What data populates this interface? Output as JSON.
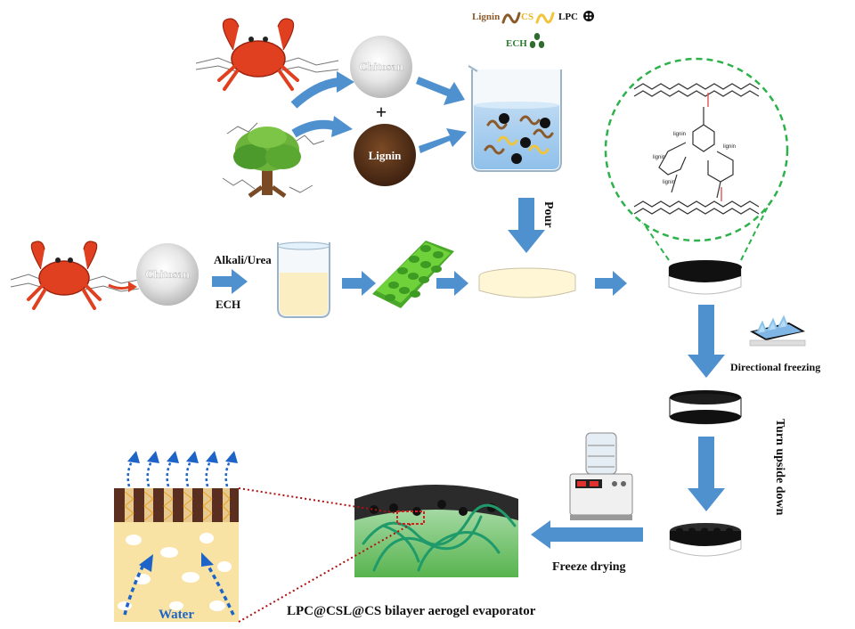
{
  "legend": {
    "lignin": "Lignin",
    "cs": "CS",
    "lpc": "LPC",
    "ech": "ECH"
  },
  "colors": {
    "lignin": "#8b5a2b",
    "cs": "#f2c43a",
    "arrow": "#4f90cf",
    "green_dashed": "#2db24b",
    "crab": "#e0401f",
    "mold": "#6fd23a",
    "aerogel_top": "#5a2f1f",
    "aerogel_bottom": "#f9e3a4",
    "water_arrow": "#1e64c8",
    "red_dotted": "#b01010"
  },
  "chitosan_top": "Chitosan",
  "lignin_ball": "Lignin",
  "plus": "+",
  "chitosan_left": "Chitosan",
  "alkali_urea": "Alkali/Urea",
  "ech_step": "ECH",
  "pour": "Pour",
  "directional_freezing": "Directional freezing",
  "turn_upside_down": "Turn upside down",
  "freeze_drying": "Freeze drying",
  "water": "Water",
  "product": "LPC@CSL@CS bilayer aerogel evaporator",
  "structure_labels": {
    "lignin_a": "lignin",
    "lignin_b": "lignin",
    "lignin_c": "lignin",
    "lignin_d": "lignin"
  }
}
